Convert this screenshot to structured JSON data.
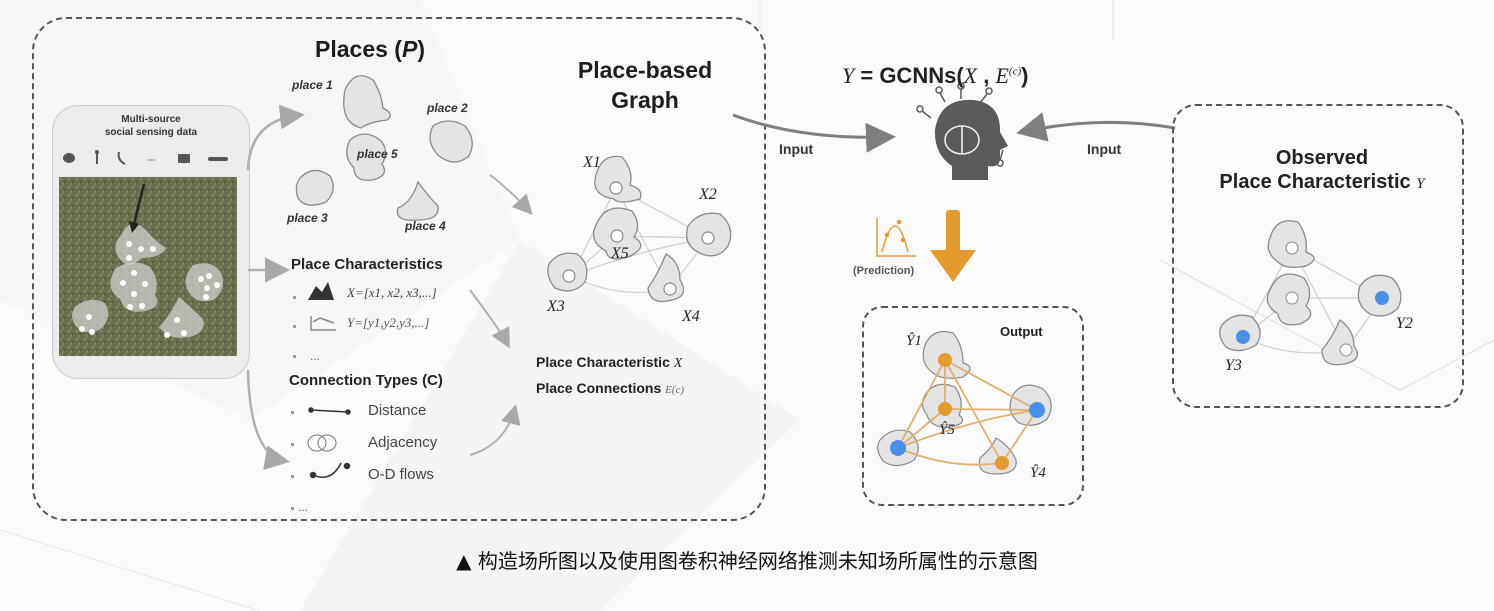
{
  "places_section": {
    "title": "Places (P)",
    "title_plain": "Places (",
    "title_var": "P",
    "title_end": ")",
    "place_labels": [
      "place 1",
      "place 2",
      "place 3",
      "place 4",
      "place 5"
    ]
  },
  "source_panel": {
    "title_line1": "Multi-source",
    "title_line2": "social sensing data",
    "icons": [
      "chat-icon",
      "person-icon",
      "phone-icon",
      "ellipsis-icon",
      "camera-icon",
      "car-icon"
    ]
  },
  "characteristics": {
    "heading": "Place Characteristics",
    "x_formula": "X=[x1, x2, x3,...]",
    "y_formula": "Y=[y1,y2,y3,...]",
    "more": "..."
  },
  "connections": {
    "heading": "Connection Types (C)",
    "items": [
      "Distance",
      "Adjacency",
      "O-D flows"
    ],
    "more": "..."
  },
  "graph_section": {
    "title_line1": "Place-based",
    "title_line2": "Graph",
    "node_labels": [
      "X1",
      "X2",
      "X3",
      "X4",
      "X5"
    ],
    "footer_line1": "Place Characteristic",
    "footer_line1_var": "X",
    "footer_line2": "Place Connections",
    "footer_line2_var": "E(c)"
  },
  "model": {
    "formula_y": "Y",
    "formula_eq": " = GCNNs(",
    "formula_x": "X",
    "formula_comma": " , ",
    "formula_e": "E",
    "formula_sup": "(c)",
    "formula_end": ")",
    "input_left": "Input",
    "input_right": "Input",
    "prediction_label": "(Prediction)"
  },
  "output_panel": {
    "title": "Output",
    "node_labels": [
      "Ŷ1",
      "Ŷ5",
      "Ŷ4"
    ]
  },
  "observed_panel": {
    "title_line1": "Observed",
    "title_line2": "Place Characteristic",
    "title_var": "Y",
    "node_labels": [
      "Y2",
      "Y3"
    ]
  },
  "colors": {
    "orange": "#e59a2e",
    "blue": "#4a8fe8",
    "blob_fill": "#e4e4e4",
    "blob_stroke": "#8a8a8a",
    "arrow_gray": "#8c8c8c"
  },
  "caption": "▲ 构造场所图以及使用图卷积神经网络推测未知场所属性的示意图"
}
